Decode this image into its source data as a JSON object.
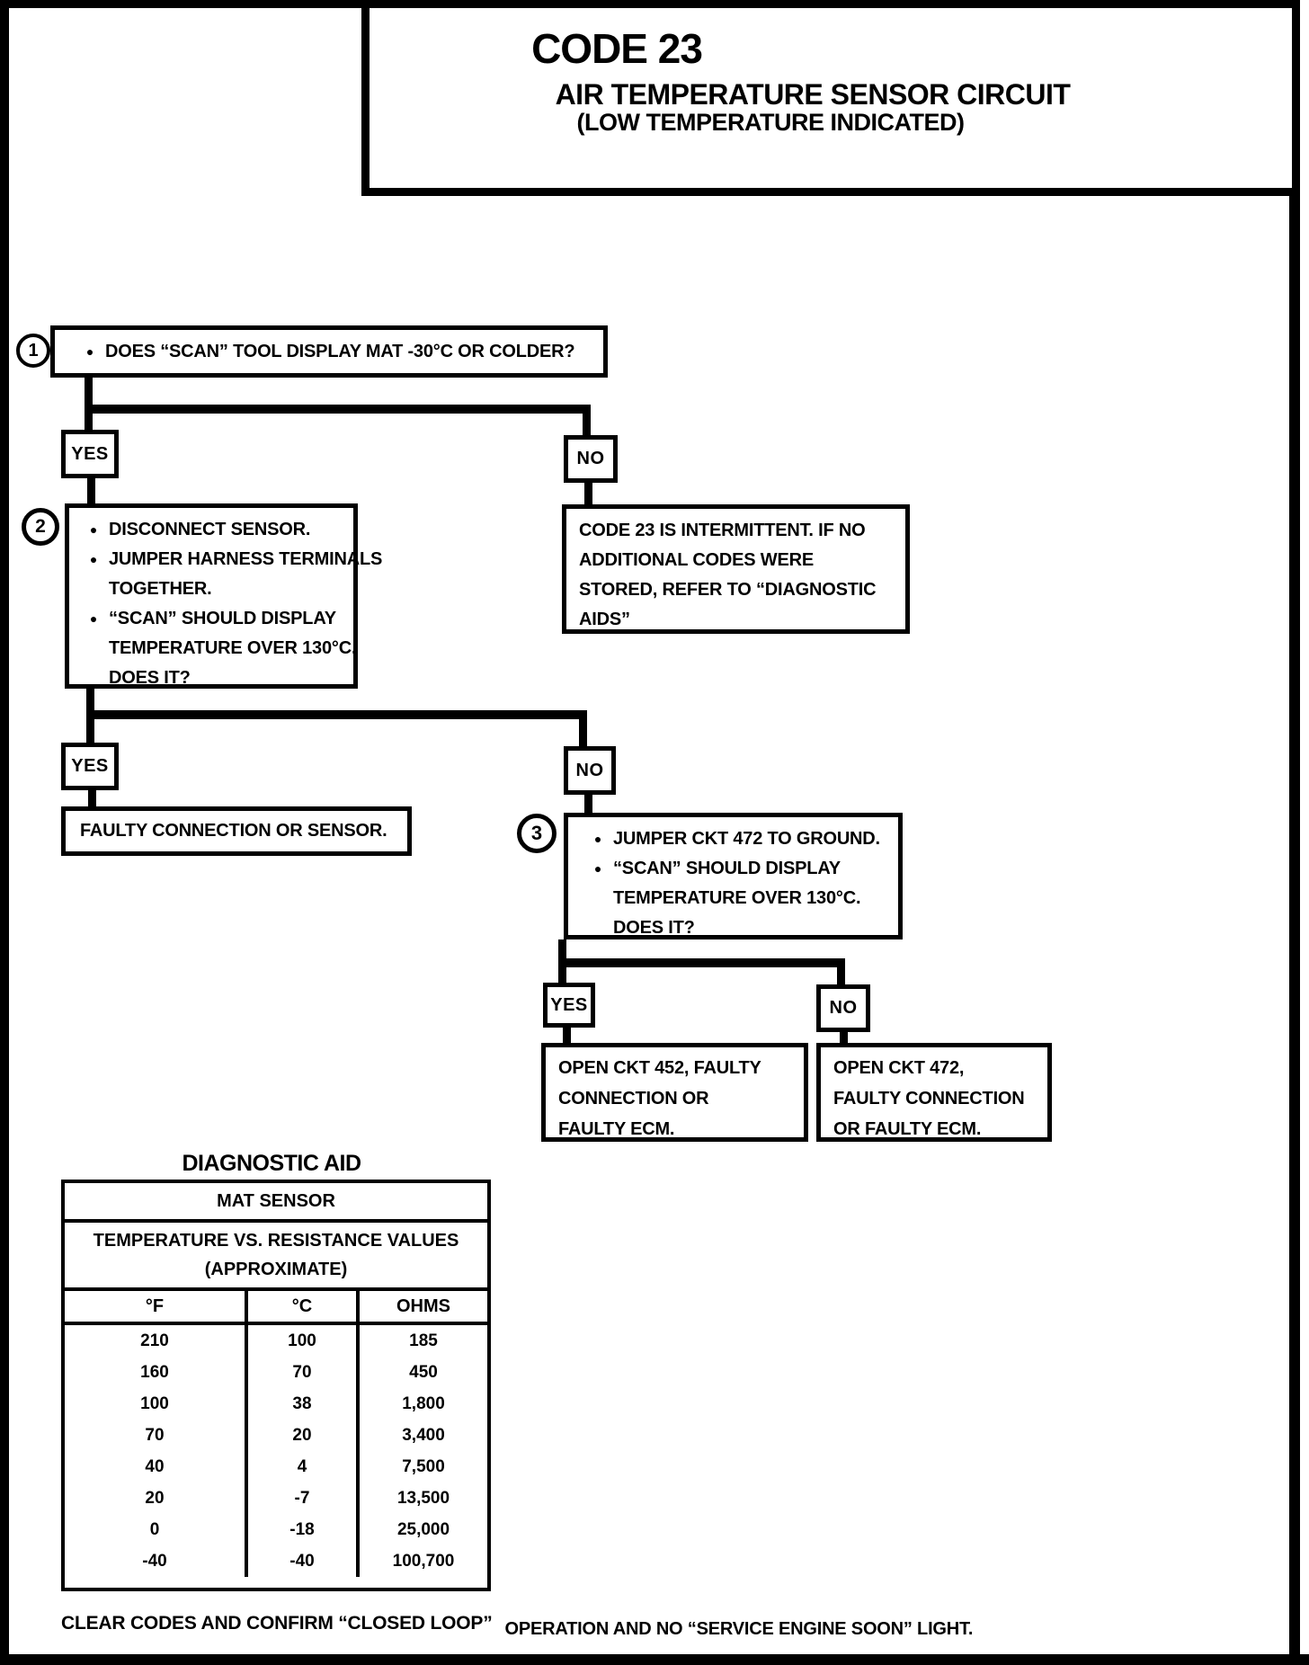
{
  "title": {
    "code": "CODE 23",
    "line1": "AIR TEMPERATURE SENSOR CIRCUIT",
    "line2": "(LOW TEMPERATURE INDICATED)"
  },
  "bullet_char": "●",
  "labels": {
    "yes": "YES",
    "no": "NO"
  },
  "flow": {
    "step1": {
      "num": "1",
      "bullets": [
        [
          "DOES “SCAN” TOOL DISPLAY MAT -30°C OR COLDER?"
        ]
      ]
    },
    "step2": {
      "num": "2",
      "bullets": [
        [
          "DISCONNECT SENSOR."
        ],
        [
          "JUMPER HARNESS TERMINALS",
          "TOGETHER."
        ],
        [
          "“SCAN” SHOULD DISPLAY",
          "TEMPERATURE OVER 130°C.",
          "DOES IT?"
        ]
      ]
    },
    "step3": {
      "num": "3",
      "bullets": [
        [
          "JUMPER CKT 472 TO GROUND."
        ],
        [
          "“SCAN” SHOULD DISPLAY",
          "TEMPERATURE OVER 130°C.",
          "DOES IT?"
        ]
      ]
    },
    "intermittent_lines": [
      "CODE 23 IS INTERMITTENT.  IF NO",
      "ADDITIONAL CODES WERE",
      "STORED, REFER TO “DIAGNOSTIC",
      "AIDS”"
    ],
    "faulty_sensor": "FAULTY CONNECTION OR SENSOR.",
    "open452_lines": [
      "OPEN CKT 452, FAULTY",
      "CONNECTION OR",
      "FAULTY ECM."
    ],
    "open472_lines": [
      "OPEN CKT 472,",
      "FAULTY CONNECTION",
      "OR FAULTY ECM."
    ]
  },
  "diagnostic_aid": {
    "heading": "DIAGNOSTIC AID",
    "table": {
      "title": "MAT SENSOR",
      "subtitle1": "TEMPERATURE VS. RESISTANCE VALUES",
      "subtitle2": "(APPROXIMATE)",
      "columns": [
        "°F",
        "°C",
        "OHMS"
      ],
      "rows": [
        [
          "210",
          "100",
          "185"
        ],
        [
          "160",
          "70",
          "450"
        ],
        [
          "100",
          "38",
          "1,800"
        ],
        [
          "70",
          "20",
          "3,400"
        ],
        [
          "40",
          "4",
          "7,500"
        ],
        [
          "20",
          "-7",
          "13,500"
        ],
        [
          "0",
          "-18",
          "25,000"
        ],
        [
          "-40",
          "-40",
          "100,700"
        ]
      ]
    }
  },
  "footer": {
    "part1": "CLEAR CODES AND CONFIRM “CLOSED LOOP”",
    "part2": "OPERATION AND NO “SERVICE ENGINE SOON” LIGHT."
  }
}
